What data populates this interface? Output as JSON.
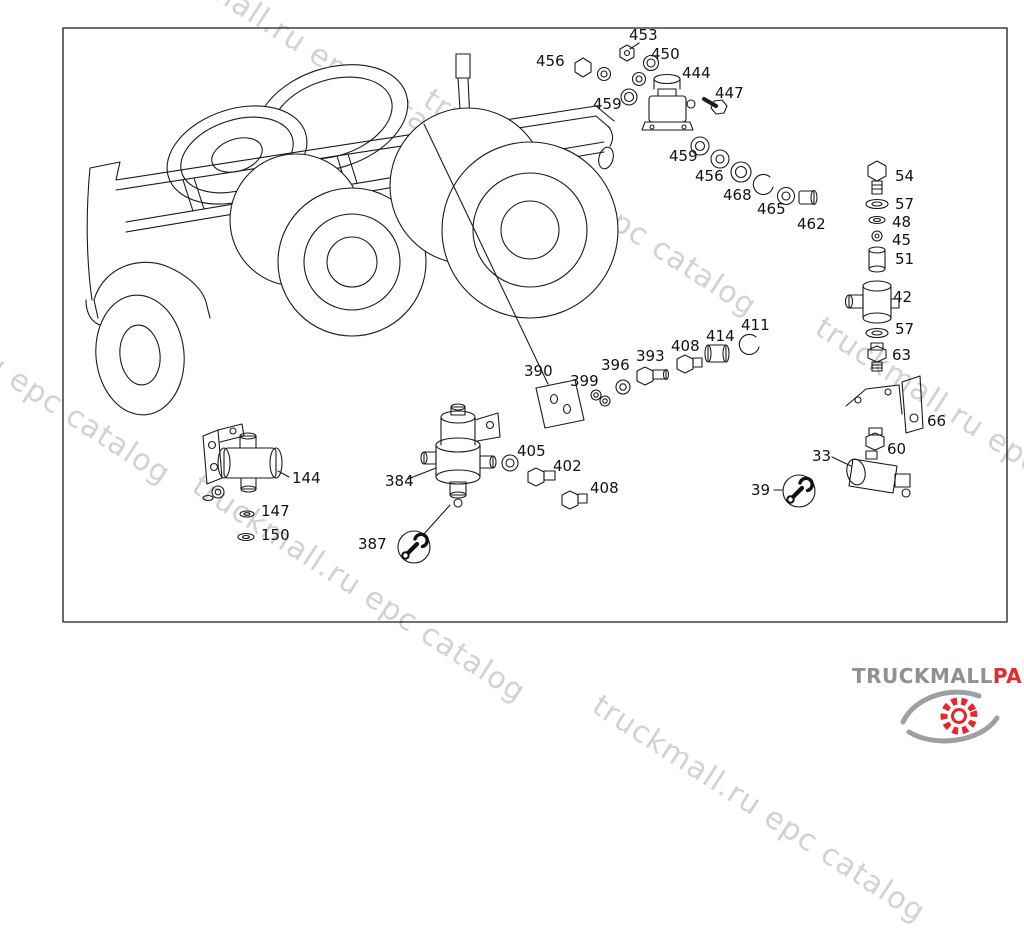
{
  "page": {
    "background_color": "#ffffff",
    "border_color": "#1a1a1a"
  },
  "watermark": {
    "text": "truckmall.ru epc catalog",
    "color": "#d2d2d2"
  },
  "logo": {
    "text_gray": "TRUCKMALL",
    "text_red": "PARTS",
    "gray_color": "#8b9196",
    "red_color": "#e8262d"
  },
  "icons": {
    "wrench_icon": "circled wrench symbol (shown next to 387 and 39)",
    "logo_gear_icon": "red gear with gray swirl"
  },
  "diagram": {
    "type": "exploded-parts-diagram",
    "subject": "truck chassis with air valve fittings",
    "labels": [
      {
        "text": "456"
      },
      {
        "text": "453"
      },
      {
        "text": "450"
      },
      {
        "text": "444"
      },
      {
        "text": "459"
      },
      {
        "text": "447"
      },
      {
        "text": "459"
      },
      {
        "text": "456"
      },
      {
        "text": "468"
      },
      {
        "text": "465"
      },
      {
        "text": "462"
      },
      {
        "text": "54"
      },
      {
        "text": "57"
      },
      {
        "text": "48"
      },
      {
        "text": "45"
      },
      {
        "text": "51"
      },
      {
        "text": "42"
      },
      {
        "text": "57"
      },
      {
        "text": "63"
      },
      {
        "text": "66"
      },
      {
        "text": "60"
      },
      {
        "text": "33"
      },
      {
        "text": "39"
      },
      {
        "text": "390"
      },
      {
        "text": "399"
      },
      {
        "text": "396"
      },
      {
        "text": "393"
      },
      {
        "text": "408"
      },
      {
        "text": "414"
      },
      {
        "text": "411"
      },
      {
        "text": "405"
      },
      {
        "text": "402"
      },
      {
        "text": "408"
      },
      {
        "text": "144"
      },
      {
        "text": "147"
      },
      {
        "text": "150"
      },
      {
        "text": "384"
      },
      {
        "text": "387"
      }
    ]
  }
}
